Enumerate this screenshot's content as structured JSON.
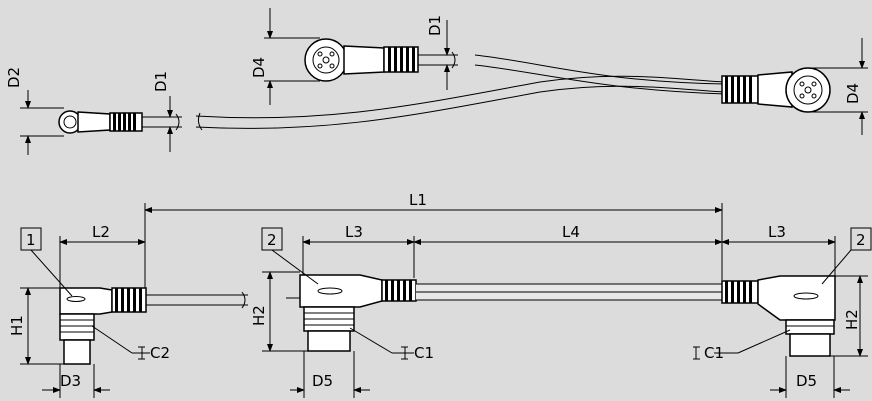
{
  "labels": {
    "d1_top": "D1",
    "d4_top": "D4",
    "d2_left": "D2",
    "d1_left": "D1",
    "d4_right": "D4",
    "l1": "L1",
    "l2": "L2",
    "l3_left": "L3",
    "l4": "L4",
    "l3_right": "L3",
    "h1": "H1",
    "h2_left": "H2",
    "h2_right": "H2",
    "d3": "D3",
    "d5_left": "D5",
    "d5_right": "D5",
    "wrench_c2": "C2",
    "wrench_c1_left": "C1",
    "wrench_c1_right": "C1",
    "box_1": "1",
    "box_2_left": "2",
    "box_2_right": "2"
  }
}
